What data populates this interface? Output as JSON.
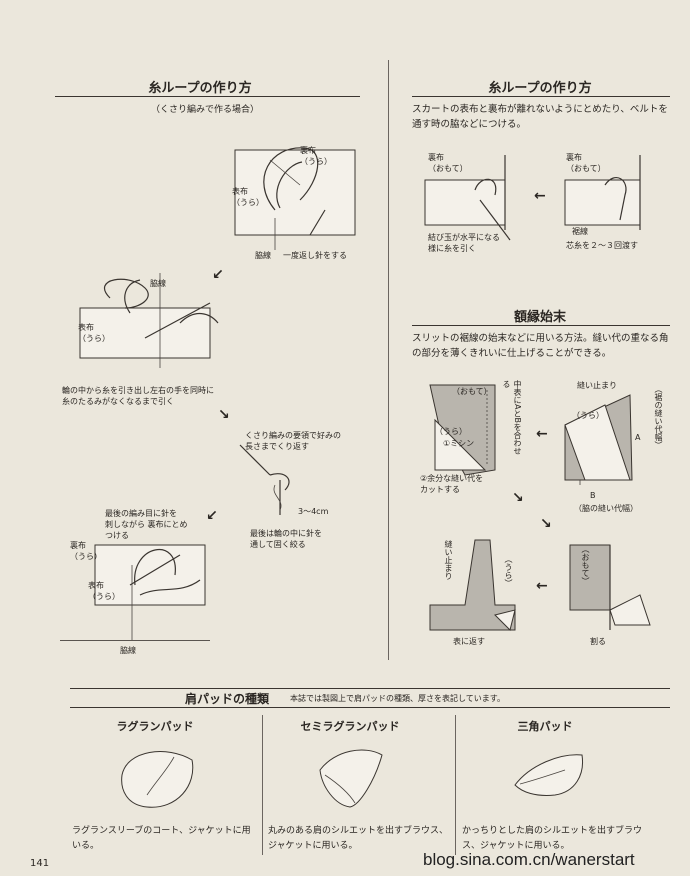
{
  "left": {
    "title": "糸ループの作り方",
    "subtitle": "（くさり編みで作る場合）",
    "labels": {
      "ura_fabric": "裏布\n（うら）",
      "omote_fabric": "表布\n（うら）",
      "side_seam_step1": "脇線",
      "backstitch": "一度返し針をする",
      "omote_fabric2": "表布\n（うら）",
      "side_seam_step2": "脇線",
      "step2_note": "輪の中から糸を引き出し左右の手を同時に\n糸のたるみがなくなるまで引く",
      "step3_note": "くさり編みの要領で好みの\n長さまでくり返す",
      "step3_len": "3〜4cm",
      "step3_end": "最後は輪の中に針を\n通して固く絞る",
      "step4_note": "最後の編み目に針を\n刺しながら 裏布にとめ\nつける",
      "ura_fabric2": "裏布\n（うら）",
      "omote_fabric3": "表布\n（うら）",
      "side_seam_step4": "脇線"
    }
  },
  "right_top": {
    "title": "糸ループの作り方",
    "desc": "スカートの表布と裏布が離れないようにとめたり、ベルトを通す時の脇などにつける。",
    "labels": {
      "ura_omote_a": "裏布\n（おもて）",
      "ura_omote_b": "裏布\n（おもて）",
      "knot_note": "結び玉が水平になる\n様に糸を引く",
      "hem_line": "裾線",
      "thread_note": "芯糸を２〜３回渡す"
    }
  },
  "right_mid": {
    "title": "額縁始末",
    "desc": "スリットの裾線の始末などに用いる方法。縫い代の重なる角の部分を薄くきれいに仕上げることができる。",
    "labels": {
      "omote": "（おもて）",
      "ura": "（うら）",
      "match_note": "中表にAとBを合わせる",
      "machine": "①ミシン",
      "cut_note": "②余分な縫い代を\nカットする",
      "sew_stop": "縫い止まり",
      "ura2": "（うら）",
      "A": "A",
      "B": "B",
      "hem_seam_width": "（裾の縫い代幅）",
      "side_seam_width": "（脇の縫い代幅）",
      "sew_stop2": "縫い止まり",
      "ura3": "（うら）",
      "flip": "表に返す",
      "omote2": "（おもて）",
      "split": "割る"
    }
  },
  "shoulder": {
    "title": "肩パッドの種類",
    "note": "本誌では製図上で肩パッドの種類、厚さを表記しています。",
    "pads": [
      {
        "name": "ラグランパッド",
        "desc": "ラグランスリーブのコート、ジャケットに用いる。"
      },
      {
        "name": "セミラグランパッド",
        "desc": "丸みのある肩のシルエットを出すブラウス、ジャケットに用いる。"
      },
      {
        "name": "三角パッド",
        "desc": "かっちりとした肩のシルエットを出すブラウス、ジャケットに用いる。"
      }
    ]
  },
  "footer": {
    "page_number": "141",
    "watermark": "blog.sina.com.cn/wanerstart"
  }
}
